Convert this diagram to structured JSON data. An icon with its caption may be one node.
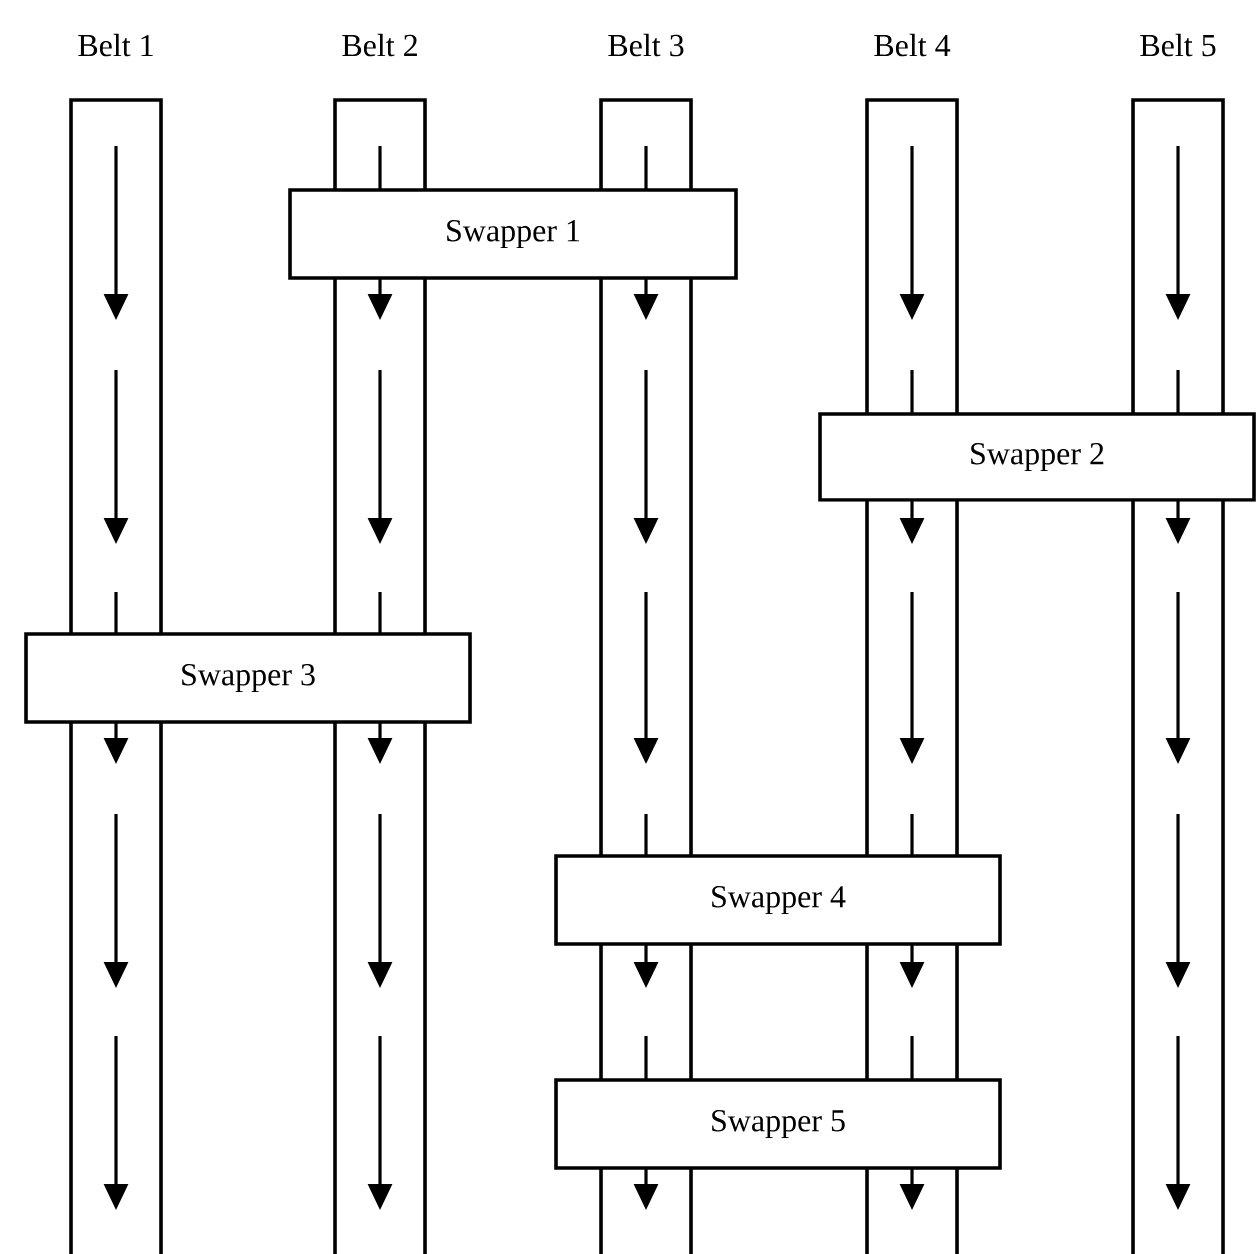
{
  "diagram": {
    "nodes": [
      {
        "text": [
          "Belt 1"
        ]
      },
      {
        "text": [
          "Belt 2"
        ]
      },
      {
        "text": [
          "Belt 3"
        ]
      },
      {
        "text": [
          "Belt 4"
        ]
      },
      {
        "text": [
          "Belt 5"
        ]
      },
      {
        "text": [
          "Swapper 1"
        ]
      },
      {
        "text": [
          "Swapper 2"
        ]
      },
      {
        "text": [
          "Swapper 3"
        ]
      },
      {
        "text": [
          "Swapper 4"
        ]
      },
      {
        "text": [
          "Swapper 5"
        ]
      }
    ]
  }
}
